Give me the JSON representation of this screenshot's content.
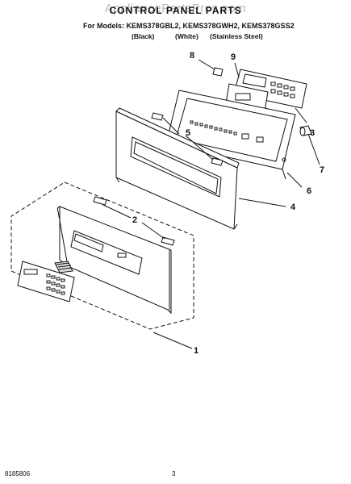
{
  "watermark": "AppliancePartsPros.com",
  "header": {
    "title": "CONTROL PANEL PARTS",
    "models_line": "For Models: KEMS378GBL2, KEMS378GWH2, KEMS378GSS2",
    "finishes": [
      "(Black)",
      "(White)",
      "(Stainless Steel)"
    ]
  },
  "callouts": [
    "1",
    "2",
    "3",
    "4",
    "5",
    "6",
    "7",
    "8",
    "9"
  ],
  "footer": {
    "doc_number": "8185806",
    "page_number": "3"
  }
}
